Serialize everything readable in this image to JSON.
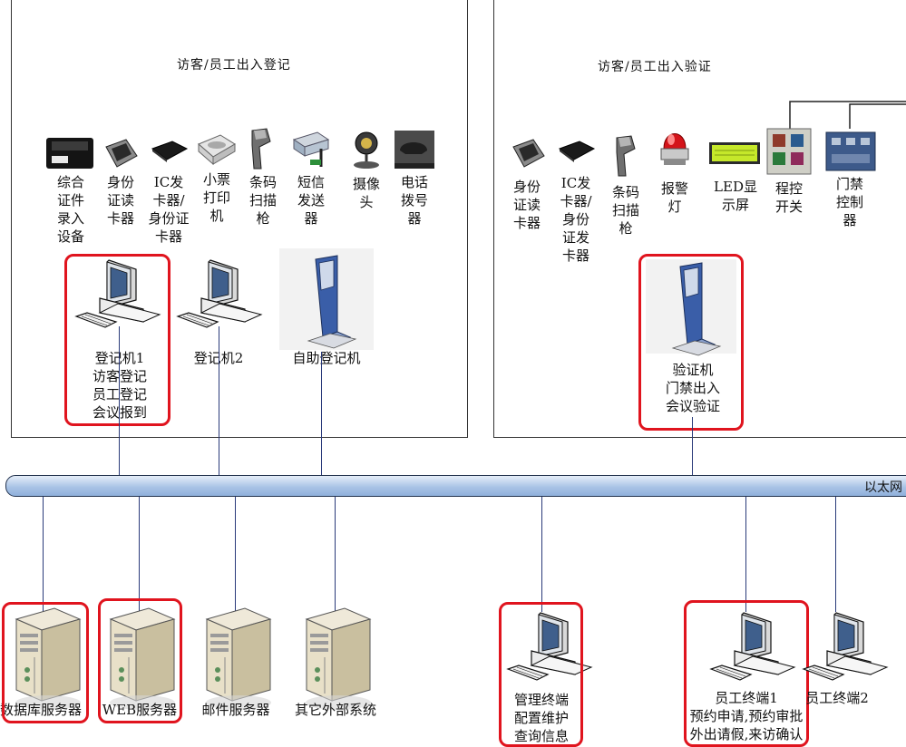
{
  "panels": {
    "left_title": "访客/员工出入登记",
    "right_title": "访客/员工出入验证"
  },
  "devices_left": [
    {
      "id": "doc-reader",
      "label": "综合\n证件\n录入\n设备",
      "icon": "document-reader-icon"
    },
    {
      "id": "id-reader",
      "label": "身份\n证读\n卡器",
      "icon": "id-card-reader-icon"
    },
    {
      "id": "ic-issuer",
      "label": "IC发\n卡器/\n身份证\n卡器",
      "icon": "ic-card-issuer-icon"
    },
    {
      "id": "receipt-printer",
      "label": "小票\n打印\n机",
      "icon": "receipt-printer-icon"
    },
    {
      "id": "barcode-gun",
      "label": "条码\n扫描\n枪",
      "icon": "barcode-scanner-icon"
    },
    {
      "id": "sms-sender",
      "label": "短信\n发送\n器",
      "icon": "sms-modem-icon"
    },
    {
      "id": "camera",
      "label": "摄像\n头",
      "icon": "webcam-icon"
    },
    {
      "id": "phone-dialer",
      "label": "电话\n拨号\n器",
      "icon": "phone-dialer-icon"
    }
  ],
  "devices_right": [
    {
      "id": "id-reader",
      "label": "身份\n证读\n卡器",
      "icon": "id-card-reader-icon"
    },
    {
      "id": "ic-issuer",
      "label": "IC发\n卡器/\n身份\n证发\n卡器",
      "icon": "ic-card-issuer-icon"
    },
    {
      "id": "barcode-gun",
      "label": "条码\n扫描\n枪",
      "icon": "barcode-scanner-icon"
    },
    {
      "id": "alarm-light",
      "label": "报警\n灯",
      "icon": "alarm-light-icon"
    },
    {
      "id": "led-display",
      "label": "LED显\n示屏",
      "icon": "led-display-icon"
    },
    {
      "id": "program-switch",
      "label": "程控\n开关",
      "icon": "program-switch-icon"
    },
    {
      "id": "door-controller",
      "label": "门禁\n控制\n器",
      "icon": "door-controller-icon"
    }
  ],
  "stations": {
    "reg1": "登记机1\n访客登记\n员工登记\n会议报到",
    "reg2": "登记机2",
    "self_reg": "自助登记机",
    "verify": "验证机\n门禁出入\n会议验证"
  },
  "network": {
    "label": "以太网"
  },
  "servers": {
    "db": "数据库服务器",
    "web": "WEB服务器",
    "mail": "邮件服务器",
    "other": "其它外部系统"
  },
  "terminals": {
    "admin": "管理终端\n配置维护\n查询信息",
    "emp1": "员工终端1\n预约申请,预约审批\n外出请假,来访确认",
    "emp2": "员工终端2"
  },
  "colors": {
    "highlight": "#e0141e",
    "bus": "#aac4e6",
    "line": "#2a3a7a"
  }
}
